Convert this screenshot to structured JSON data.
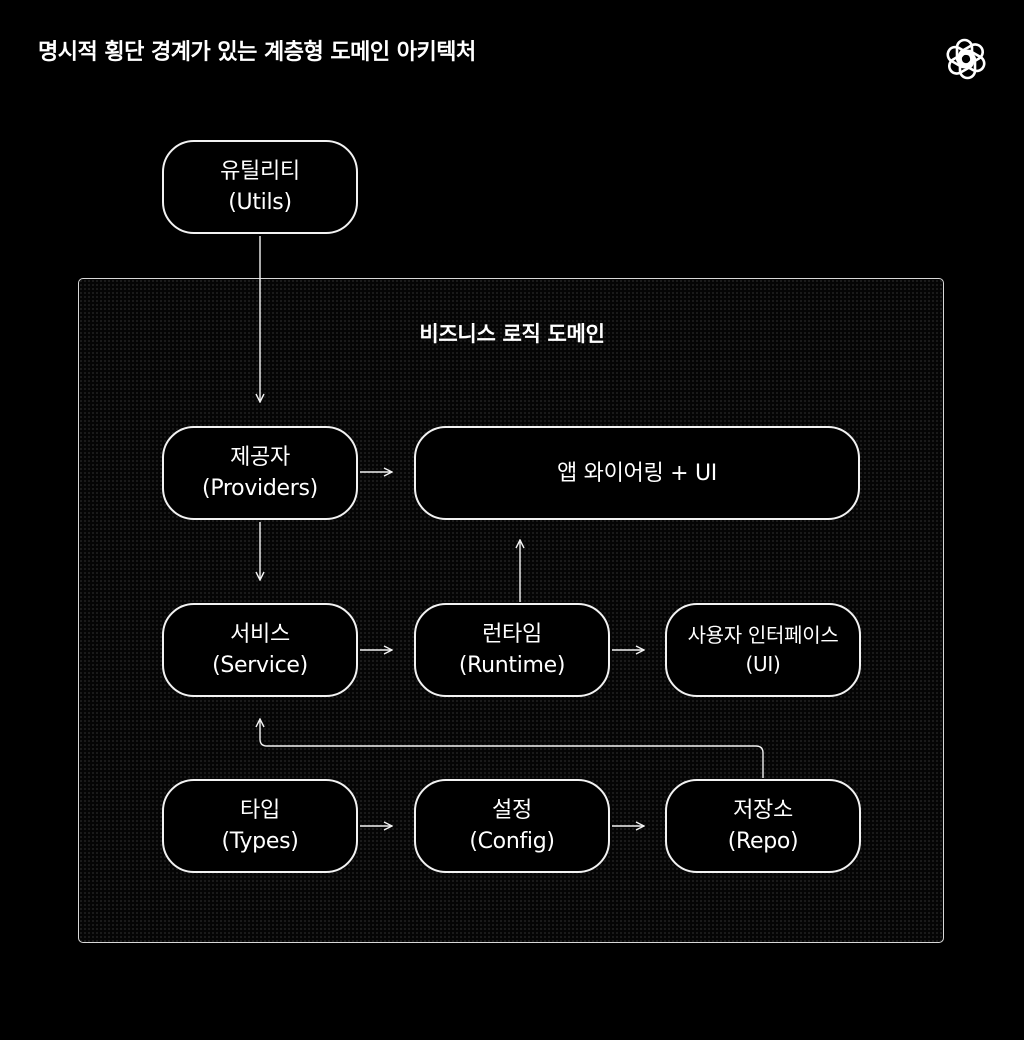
{
  "title": "명시적 횡단 경계가 있는 계층형 도메인 아키텍처",
  "logo": "openai-logo-icon",
  "domain": {
    "label": "비즈니스 로직 도메인"
  },
  "nodes": {
    "utils": {
      "line1": "유틸리티",
      "line2": "(Utils)"
    },
    "providers": {
      "line1": "제공자",
      "line2": "(Providers)"
    },
    "app": {
      "line1": "앱 와이어링 + UI"
    },
    "service": {
      "line1": "서비스",
      "line2": "(Service)"
    },
    "runtime": {
      "line1": "런타임",
      "line2": "(Runtime)"
    },
    "ui": {
      "line1": "사용자 인터페이스",
      "line2": "(UI)"
    },
    "types": {
      "line1": "타입",
      "line2": "(Types)"
    },
    "config": {
      "line1": "설정",
      "line2": "(Config)"
    },
    "repo": {
      "line1": "저장소",
      "line2": "(Repo)"
    }
  },
  "edges": [
    [
      "utils",
      "providers"
    ],
    [
      "providers",
      "app"
    ],
    [
      "providers",
      "service"
    ],
    [
      "service",
      "runtime"
    ],
    [
      "runtime",
      "app"
    ],
    [
      "runtime",
      "ui"
    ],
    [
      "types",
      "config"
    ],
    [
      "config",
      "repo"
    ],
    [
      "repo",
      "service"
    ]
  ],
  "colors": {
    "background": "#000000",
    "stroke": "#f2f2f2",
    "text": "#ffffff"
  }
}
